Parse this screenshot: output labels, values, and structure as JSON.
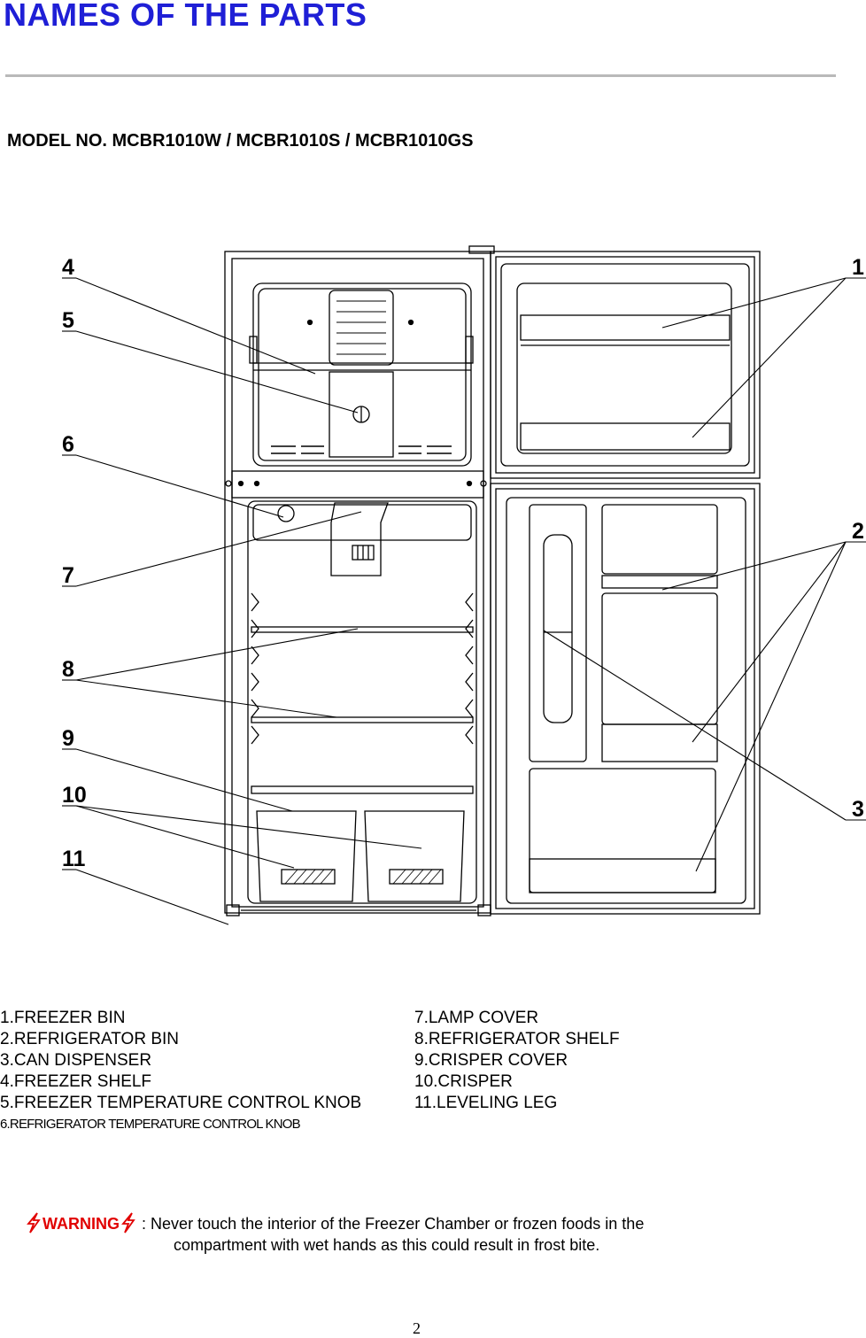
{
  "header": {
    "title": "NAMES OF THE PARTS",
    "model": "MODEL NO.  MCBR1010W / MCBR1010S / MCBR1010GS"
  },
  "diagram": {
    "callouts": [
      "1",
      "2",
      "3",
      "4",
      "5",
      "6",
      "7",
      "8",
      "9",
      "10",
      "11"
    ]
  },
  "parts_list": {
    "left": [
      "1.FREEZER  BIN",
      "2.REFRIGERATOR  BIN",
      "3.CAN DISPENSER",
      "4.FREEZER SHELF",
      "5.FREEZER TEMPERATURE CONTROL KNOB",
      "6.REFRIGERATOR  TEMPERATURE  CONTROL KNOB"
    ],
    "right": [
      "7.LAMP COVER",
      "8.REFRIGERATOR  SHELF",
      "9.CRISPER COVER",
      "10.CRISPER",
      "11.LEVELING LEG"
    ]
  },
  "warning": {
    "label": "WARNING",
    "separator": ":",
    "line1": "Never touch the interior of the Freezer Chamber or frozen foods in the",
    "line2": "compartment with wet hands as this could result in frost bite.",
    "icon": "lightning-icon",
    "color": "#e10000"
  },
  "page_number": "2",
  "colors": {
    "title": "#1f1fd6",
    "rule": "#b9b9b9"
  }
}
